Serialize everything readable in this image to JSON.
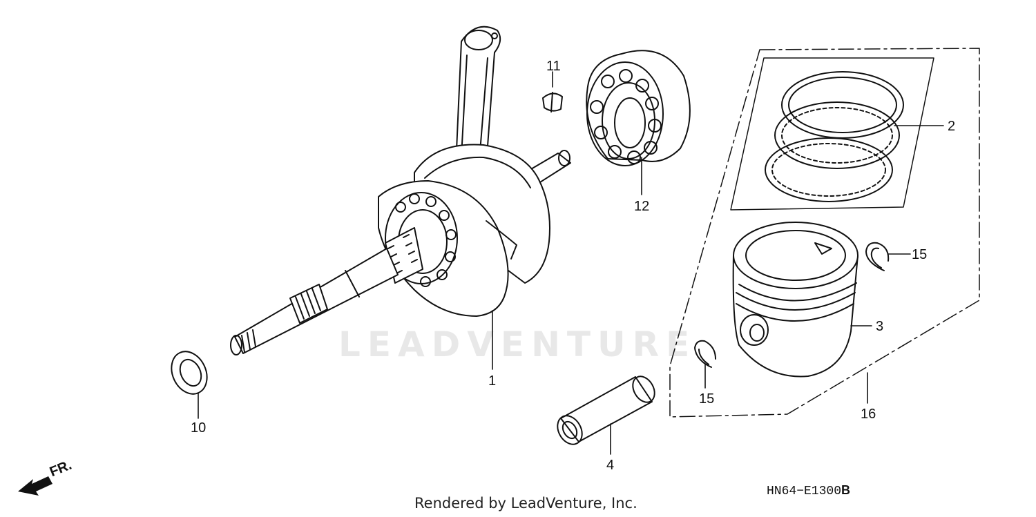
{
  "diagram": {
    "code_prefix": "HN64−E1300",
    "code_suffix": "B",
    "credit": "Rendered by LeadVenture, Inc.",
    "watermark": "LEADVENTURE",
    "direction_label": "FR."
  },
  "callouts": [
    {
      "id": "1",
      "part": "crankshaft"
    },
    {
      "id": "2",
      "part": "piston-ring-set"
    },
    {
      "id": "3",
      "part": "piston"
    },
    {
      "id": "4",
      "part": "piston-pin"
    },
    {
      "id": "10",
      "part": "thrust-washer"
    },
    {
      "id": "11",
      "part": "woodruff-key"
    },
    {
      "id": "12",
      "part": "radial-ball-bearing"
    },
    {
      "id": "15",
      "part": "piston-pin-clip"
    },
    {
      "id": "15",
      "part": "piston-pin-clip"
    },
    {
      "id": "16",
      "part": "piston-assembly-group"
    }
  ]
}
